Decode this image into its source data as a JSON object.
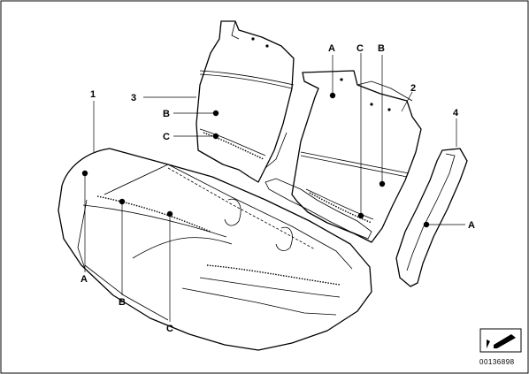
{
  "diagram": {
    "part_numbers": [
      "1",
      "2",
      "3",
      "4"
    ],
    "callouts": {
      "seat_cushion": [
        "A",
        "B",
        "C"
      ],
      "backrest_left": [
        "B",
        "C"
      ],
      "backrest_right": [
        "A",
        "C",
        "B"
      ],
      "side_bolster": [
        "A"
      ]
    },
    "reference_code": "00136898"
  }
}
